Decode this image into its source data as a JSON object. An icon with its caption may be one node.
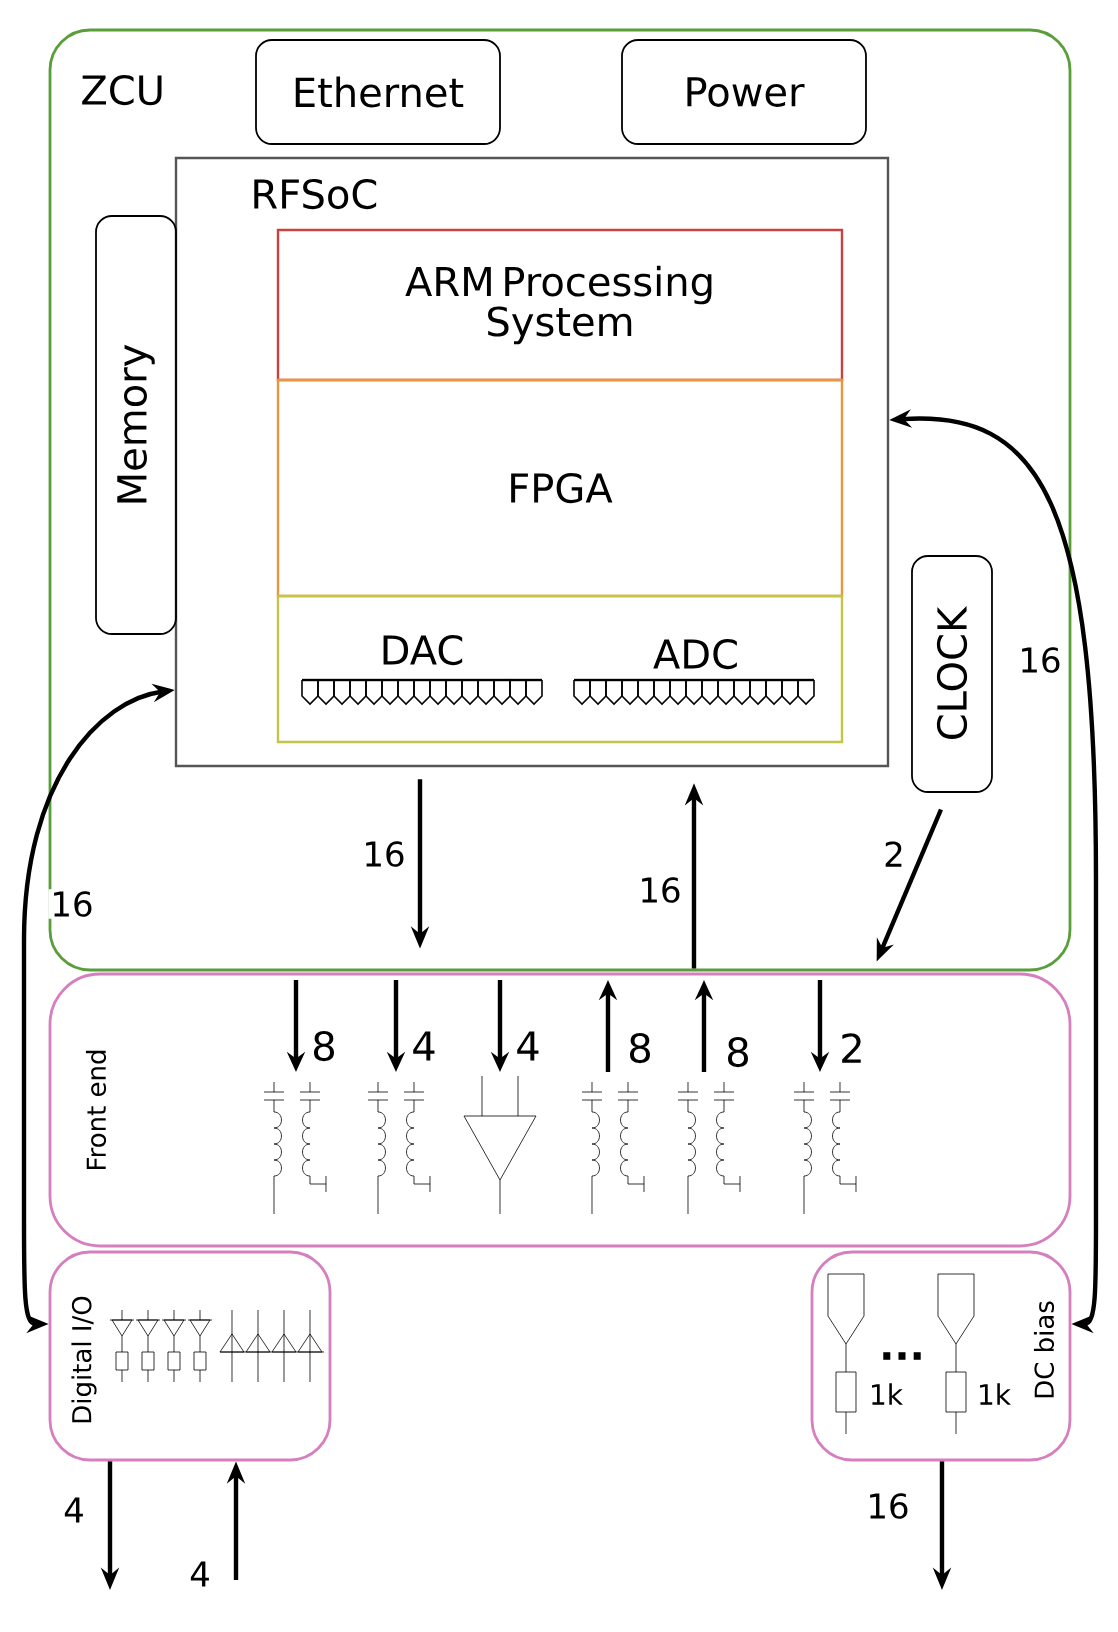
{
  "diagram": {
    "nodes": [
      {
        "text": [
          "ZCU"
        ]
      },
      {
        "text": [
          "Ethernet"
        ],
        "in": 0
      },
      {
        "text": [
          "Power"
        ],
        "in": 0
      },
      {
        "text": [
          "RFSoC"
        ],
        "in": 0
      },
      {
        "text": [
          "Memory"
        ],
        "in": 0
      },
      {
        "text": [
          "ARM Processing System"
        ],
        "in": 3
      },
      {
        "text": [
          "FPGA"
        ],
        "in": 3
      },
      {
        "text": [
          "DAC",
          "ADC"
        ],
        "in": 3
      },
      {
        "text": [
          "CLOCK"
        ],
        "in": 0
      },
      {
        "text": [
          "Front end"
        ]
      },
      {
        "text": [
          "Digital I/O"
        ]
      },
      {
        "text": [
          "DC bias"
        ]
      }
    ],
    "edges": [
      {
        "from": 10,
        "to": 3,
        "arrow": "both",
        "label": "16"
      },
      {
        "from": 11,
        "to": 3,
        "arrow": "both",
        "label": "16"
      },
      {
        "from": 3,
        "to": 9,
        "arrow": "to",
        "label": "16"
      },
      {
        "from": 9,
        "to": 3,
        "arrow": "to",
        "label": "16"
      },
      {
        "from": 8,
        "to": 9,
        "arrow": "to",
        "label": "2"
      },
      {
        "from": 10,
        "to": null,
        "arrow": "to",
        "label": "4"
      },
      {
        "from": null,
        "to": 10,
        "arrow": "to",
        "label": "4"
      },
      {
        "from": 11,
        "to": null,
        "arrow": "to",
        "label": "16"
      }
    ],
    "labels": [
      "8",
      "4",
      "4",
      "8",
      "8",
      "2",
      "...",
      "1k",
      "1k"
    ]
  }
}
